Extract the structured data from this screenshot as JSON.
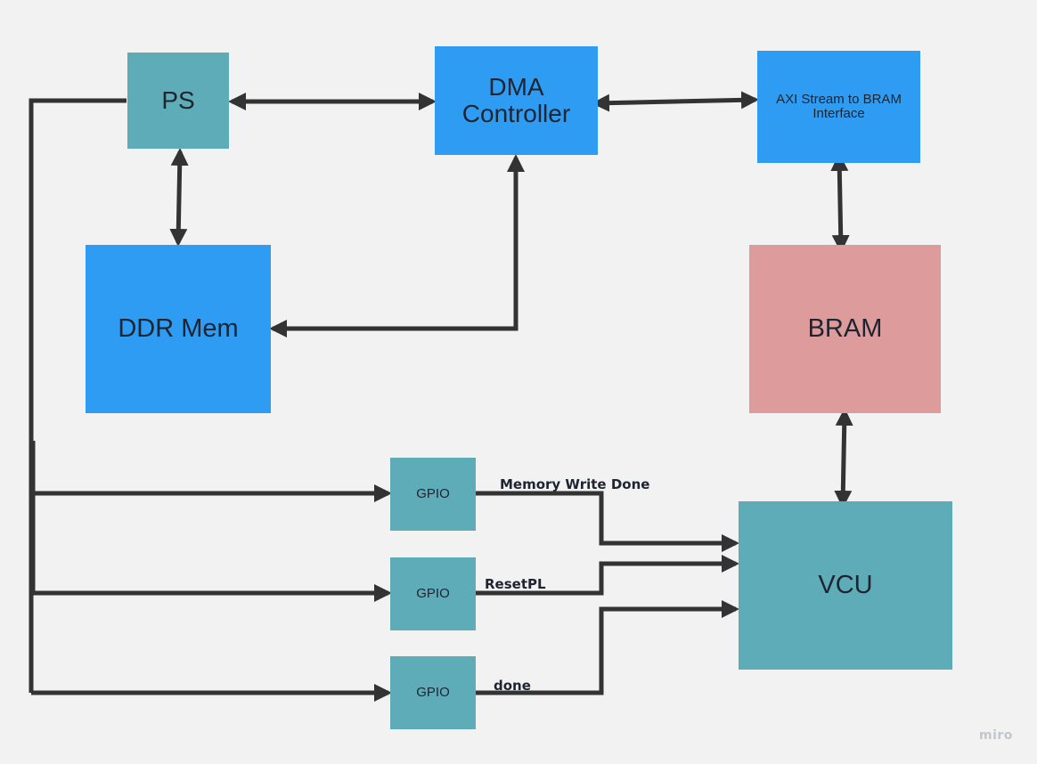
{
  "blocks": {
    "ps": "PS",
    "dma": "DMA Controller",
    "axi": "AXI Stream to BRAM Interface",
    "ddr": "DDR Mem",
    "bram": "BRAM",
    "vcu": "VCU",
    "gpio1": "GPIO",
    "gpio2": "GPIO",
    "gpio3": "GPIO"
  },
  "signals": {
    "memory_write_done": "Memory Write Done",
    "reset_pl": "ResetPL",
    "done": "done"
  },
  "watermark": "miro",
  "colors": {
    "background": "#f2f2f3",
    "teal_block": "#5eacb8",
    "blue_block": "#2e9cf2",
    "bram_block": "#dd9b9b",
    "connector": "#333333",
    "text": "#1e2430"
  }
}
